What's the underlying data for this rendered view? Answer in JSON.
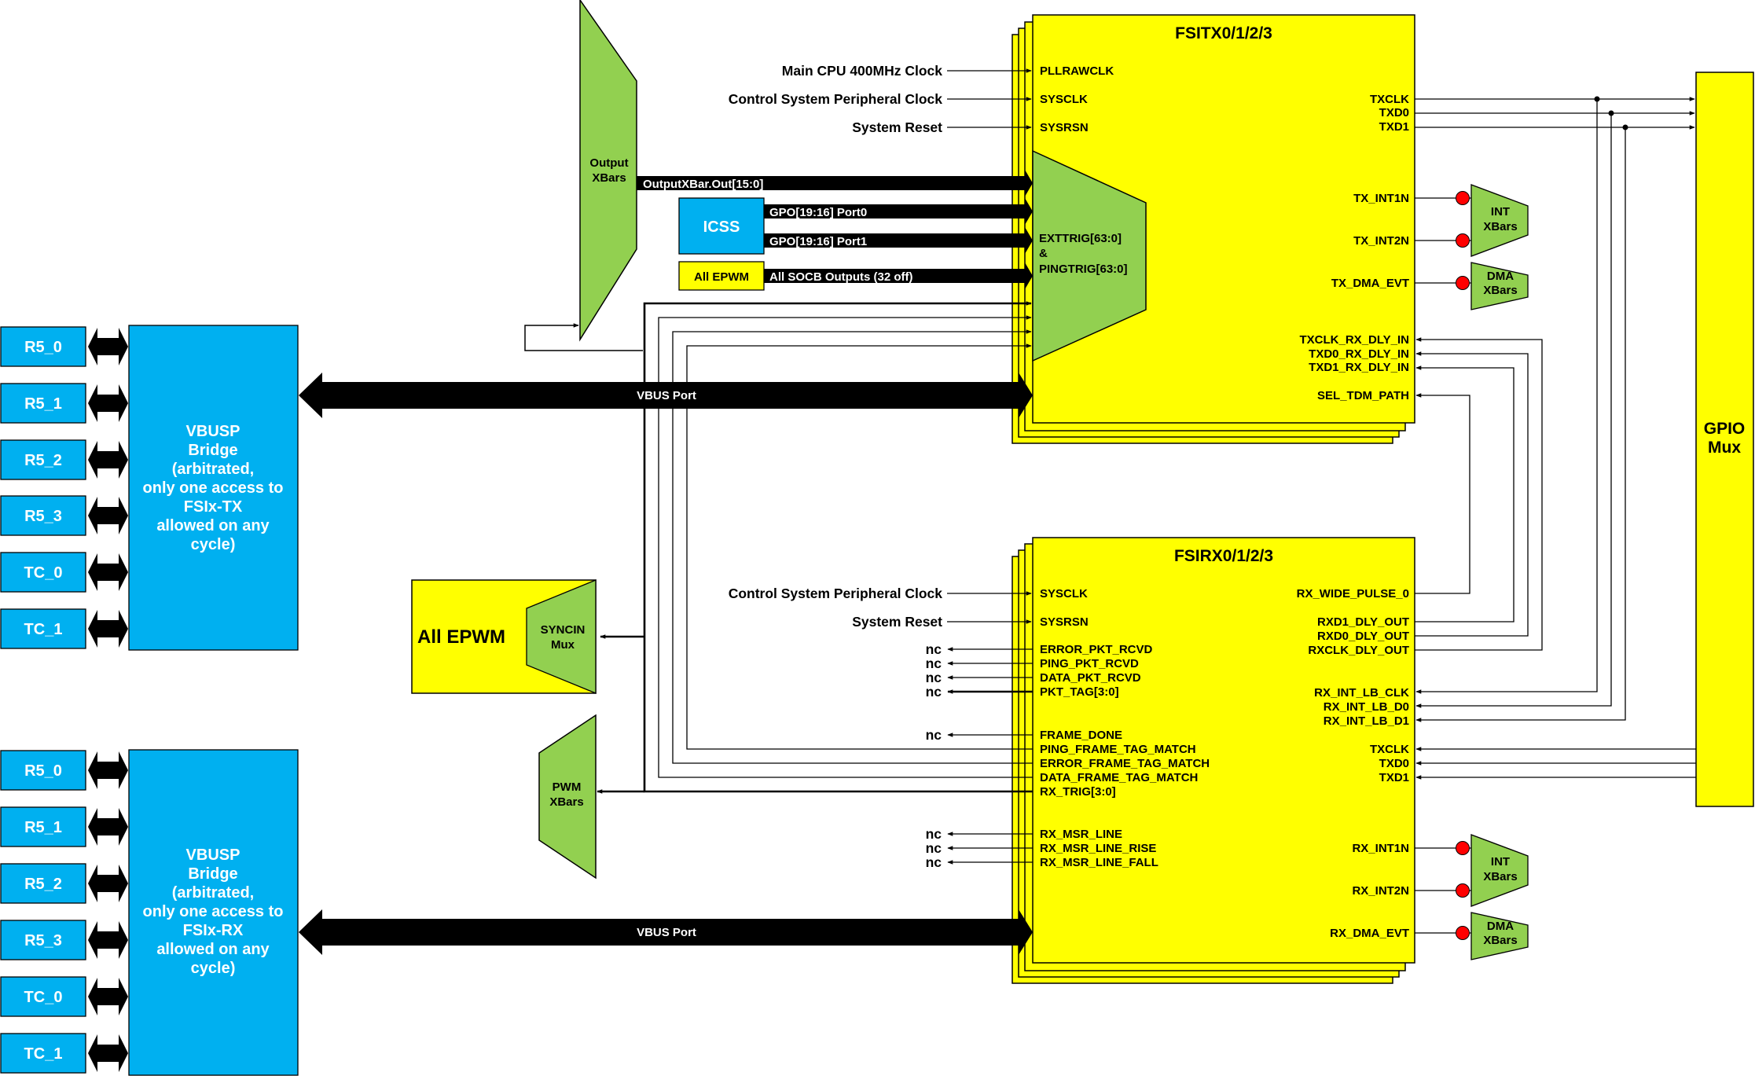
{
  "colors": {
    "fsi_block": "#ffff00",
    "cpu_block": "#00b0f0",
    "xbar": "#92d050",
    "interrupt_dot": "#ff0000",
    "wire": "#000000"
  },
  "fsitx": {
    "title": "FSITX0/1/2/3",
    "inputs_left": [
      {
        "source": "Main CPU 400MHz Clock",
        "pin": "PLLRAWCLK"
      },
      {
        "source": "Control System Peripheral Clock",
        "pin": "SYSCLK"
      },
      {
        "source": "System Reset",
        "pin": "SYSRSN"
      }
    ],
    "trigger_mux_label": [
      "EXTTRIG[63:0]",
      "&",
      "PINGTRIG[63:0]"
    ],
    "outputs_right": [
      "TXCLK",
      "TXD0",
      "TXD1"
    ],
    "interrupts": [
      "TX_INT1N",
      "TX_INT2N",
      "TX_DMA_EVT"
    ],
    "delay_inputs": [
      "TXCLK_RX_DLY_IN",
      "TXD0_RX_DLY_IN",
      "TXD1_RX_DLY_IN",
      "SEL_TDM_PATH"
    ]
  },
  "fsirx": {
    "title": "FSIRX0/1/2/3",
    "inputs_left": [
      {
        "source": "Control System Peripheral Clock",
        "pin": "SYSCLK"
      },
      {
        "source": "System Reset",
        "pin": "SYSRSN"
      }
    ],
    "nc_outputs_top": [
      "ERROR_PKT_RCVD",
      "PING_PKT_RCVD",
      "DATA_PKT_RCVD",
      "PKT_TAG[3:0]"
    ],
    "frame_done": "FRAME_DONE",
    "tag_match_outputs": [
      "PING_FRAME_TAG_MATCH",
      "ERROR_FRAME_TAG_MATCH",
      "DATA_FRAME_TAG_MATCH",
      "RX_TRIG[3:0]"
    ],
    "msr_outputs": [
      "RX_MSR_LINE",
      "RX_MSR_LINE_RISE",
      "RX_MSR_LINE_FALL"
    ],
    "wide_pulse": "RX_WIDE_PULSE_0",
    "delay_outputs": [
      "RXD1_DLY_OUT",
      "RXD0_DLY_OUT",
      "RXCLK_DLY_OUT"
    ],
    "loopback_inputs": [
      "RX_INT_LB_CLK",
      "RX_INT_LB_D0",
      "RX_INT_LB_D1"
    ],
    "inputs_right": [
      "TXCLK",
      "TXD0",
      "TXD1"
    ],
    "interrupts": [
      "RX_INT1N",
      "RX_INT2N",
      "RX_DMA_EVT"
    ]
  },
  "nc_label": "nc",
  "output_xbars": {
    "label": [
      "Output",
      "XBars"
    ],
    "bus": "OutputXBar.Out[15:0]"
  },
  "icss": {
    "label": "ICSS",
    "buses": [
      "GPO[19:16] Port0",
      "GPO[19:16] Port1"
    ]
  },
  "epwm_small": {
    "label": "All EPWM",
    "bus": "All SOCB Outputs (32 off)"
  },
  "epwm_big": {
    "label": "All EPWM",
    "syncin": [
      "SYNCIN",
      "Mux"
    ]
  },
  "pwm_xbars": [
    "PWM",
    "XBars"
  ],
  "int_xbars": [
    "INT",
    "XBars"
  ],
  "dma_xbars": [
    "DMA",
    "XBars"
  ],
  "gpio_mux": [
    "GPIO",
    "Mux"
  ],
  "vbus_label": "VBUS Port",
  "cpu_labels": [
    "R5_0",
    "R5_1",
    "R5_2",
    "R5_3",
    "TC_0",
    "TC_1"
  ],
  "bridge_tx": [
    "VBUSP",
    "Bridge",
    "(arbitrated,",
    "only one access to",
    "FSIx-TX",
    "allowed on any",
    "cycle)"
  ],
  "bridge_rx": [
    "VBUSP",
    "Bridge",
    "(arbitrated,",
    "only one access to",
    "FSIx-RX",
    "allowed on any",
    "cycle)"
  ]
}
